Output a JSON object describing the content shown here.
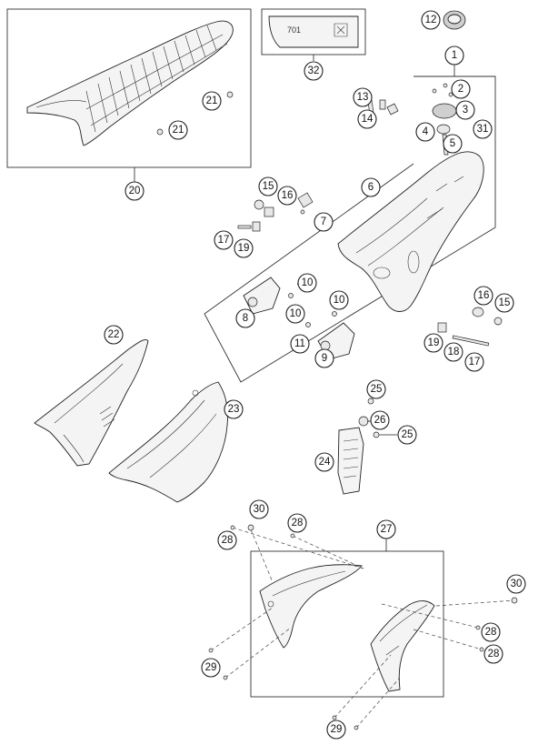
{
  "callouts": {
    "c1": "1",
    "c2": "2",
    "c3": "3",
    "c4": "4",
    "c5": "5",
    "c6": "6",
    "c7": "7",
    "c8": "8",
    "c9": "9",
    "c10a": "10",
    "c10b": "10",
    "c10c": "10",
    "c11": "11",
    "c12": "12",
    "c13": "13",
    "c14": "14",
    "c15a": "15",
    "c15b": "15",
    "c16a": "16",
    "c16b": "16",
    "c17a": "17",
    "c17b": "17",
    "c18": "18",
    "c19a": "19",
    "c19b": "19",
    "c20": "20",
    "c21a": "21",
    "c21b": "21",
    "c22": "22",
    "c23": "23",
    "c24": "24",
    "c25a": "25",
    "c25b": "25",
    "c26": "26",
    "c27": "27",
    "c28a": "28",
    "c28b": "28",
    "c28c": "28",
    "c28d": "28",
    "c29a": "29",
    "c29b": "29",
    "c30a": "30",
    "c30b": "30",
    "c31": "31",
    "c32": "32"
  },
  "sticker_text": "701"
}
